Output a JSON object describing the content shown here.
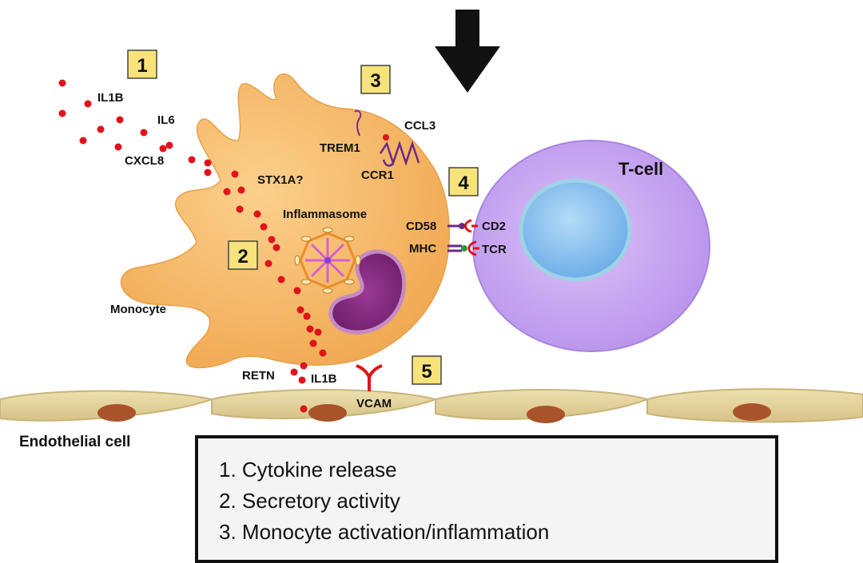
{
  "colors": {
    "monocyte": "#f5b765",
    "tcell": "#c9a6f0",
    "nucleus_tcell": "#8fc3f0",
    "nucleus_mono": "#8c2a86",
    "endothelium": "#e2d19a",
    "endo_nucleus": "#a9532a",
    "dot": "#e0121a",
    "number_box": "#f8e27a"
  },
  "steps": [
    {
      "num": "1"
    },
    {
      "num": "2"
    },
    {
      "num": "3"
    },
    {
      "num": "4"
    },
    {
      "num": "5"
    }
  ],
  "labels": {
    "il1b_top": "IL1B",
    "il6": "IL6",
    "cxcl8": "CXCL8",
    "stx1a": "STX1A?",
    "inflammasome": "Inflammasome",
    "monocyte": "Monocyte",
    "trem1": "TREM1",
    "ccl3": "CCL3",
    "ccr1": "CCR1",
    "cd58": "CD58",
    "mhc": "MHC",
    "cd2": "CD2",
    "tcr": "TCR",
    "tcell": "T-cell",
    "retn": "RETN",
    "il1b_bottom": "IL1B",
    "vcam": "VCAM",
    "endothelial": "Endothelial cell"
  },
  "legend": [
    "1. Cytokine release",
    "2. Secretory activity",
    "3. Monocyte activation/inflammation"
  ]
}
